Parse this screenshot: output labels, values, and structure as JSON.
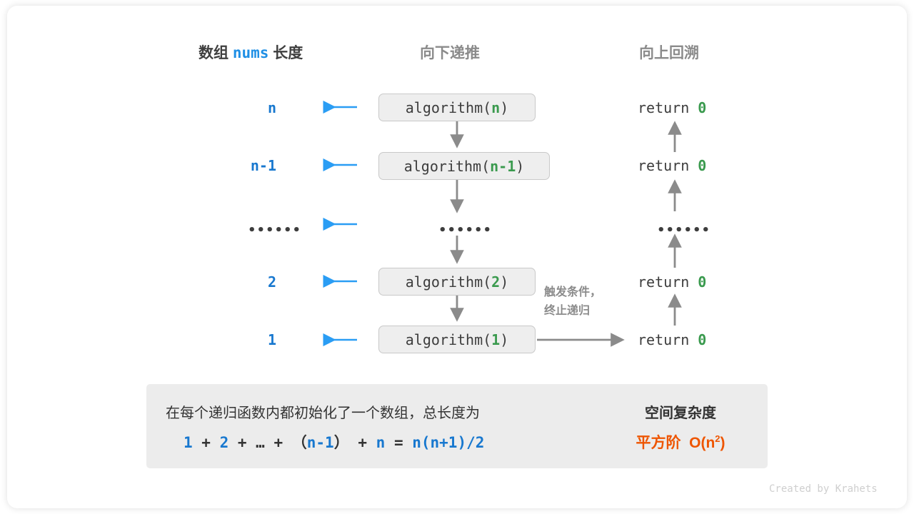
{
  "headers": {
    "left_prefix": "数组",
    "left_mono": "nums",
    "left_suffix": "长度",
    "middle": "向下递推",
    "right": "向上回溯"
  },
  "rows": [
    {
      "length": "n",
      "call_prefix": "algorithm(",
      "call_arg": "n",
      "call_suffix": ")",
      "ret_text": "return",
      "ret_value": "0",
      "is_dots": false
    },
    {
      "length": "n-1",
      "call_prefix": "algorithm(",
      "call_arg": "n-1",
      "call_suffix": ")",
      "ret_text": "return",
      "ret_value": "0",
      "is_dots": false
    },
    {
      "length": "••••••",
      "call_prefix": "••••••",
      "call_arg": "",
      "call_suffix": "",
      "ret_text": "••••••",
      "ret_value": "",
      "is_dots": true
    },
    {
      "length": "2",
      "call_prefix": "algorithm(",
      "call_arg": "2",
      "call_suffix": ")",
      "ret_text": "return",
      "ret_value": "0",
      "is_dots": false
    },
    {
      "length": "1",
      "call_prefix": "algorithm(",
      "call_arg": "1",
      "call_suffix": ")",
      "ret_text": "return",
      "ret_value": "0",
      "is_dots": false
    }
  ],
  "note": {
    "line1": "触发条件，",
    "line2": "终止递归"
  },
  "summary": {
    "description": "在每个递归函数内都初始化了一个数组，总长度为",
    "formula_parts": [
      {
        "t": "1",
        "blue": true
      },
      {
        "t": " + ",
        "blue": false
      },
      {
        "t": "2",
        "blue": true
      },
      {
        "t": " + … + （",
        "blue": false
      },
      {
        "t": "n-1",
        "blue": true
      },
      {
        "t": "） + ",
        "blue": false
      },
      {
        "t": "n",
        "blue": true
      },
      {
        "t": " = ",
        "blue": false
      },
      {
        "t": "n(n+1)/2",
        "blue": true
      }
    ],
    "complexity_title": "空间复杂度",
    "complexity_label": "平方阶",
    "complexity_big_o": "O(n",
    "complexity_exp": "2",
    "complexity_close": ")"
  },
  "credit": "Created by Krahets",
  "colors": {
    "blue": "#1878cf",
    "arrow_blue": "#2a9df4",
    "green": "#3a9a4e",
    "gray": "#8b8b8b",
    "orange": "#ee5500",
    "box_fill": "#eeeeee",
    "panel_fill": "#ececec"
  }
}
